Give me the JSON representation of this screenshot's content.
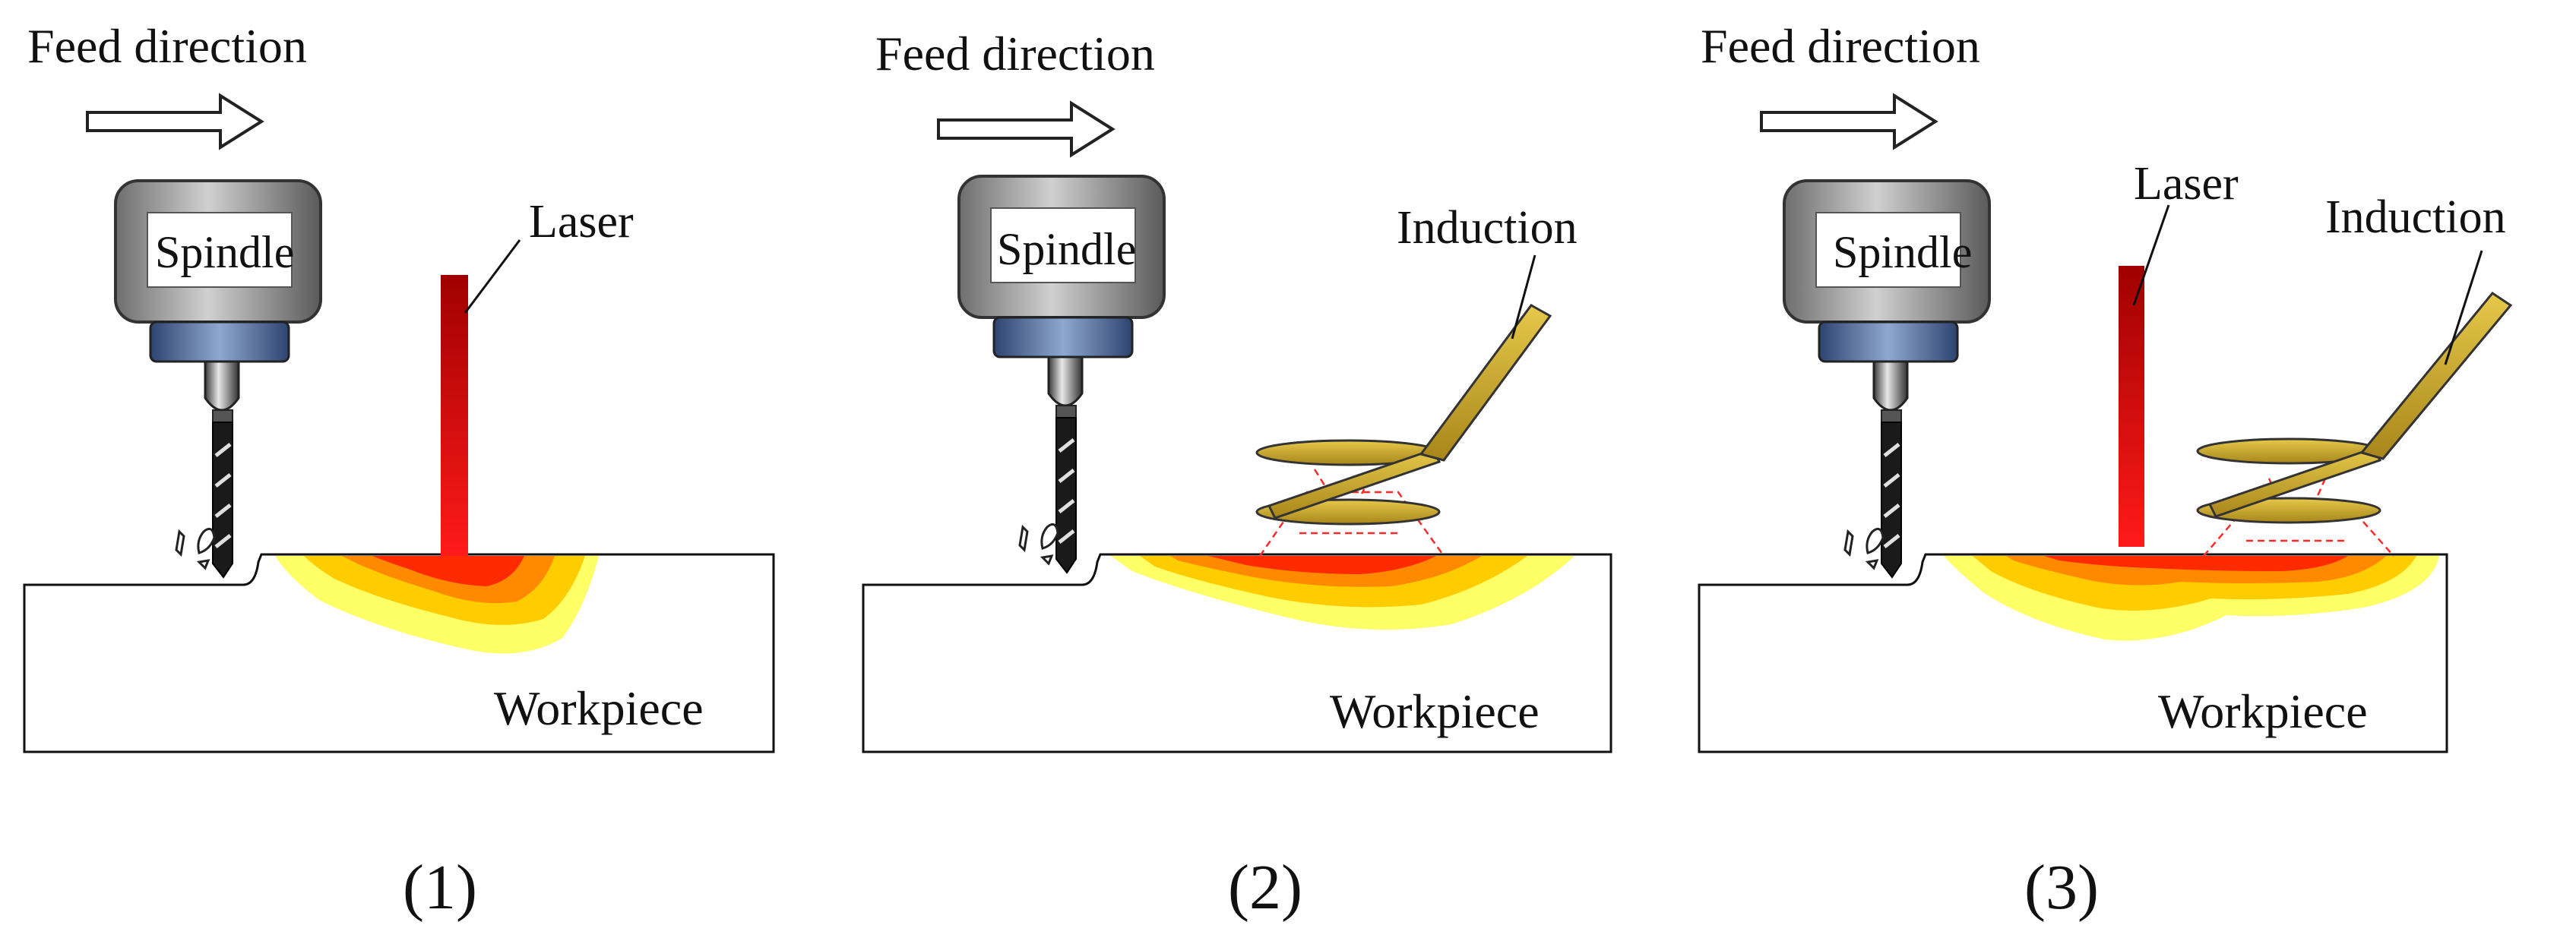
{
  "panels": [
    {
      "caption": "(1)",
      "feed_label": "Feed direction",
      "spindle_label": "Spindle",
      "workpiece_label": "Workpiece",
      "laser_label": "Laser",
      "induction_label": ""
    },
    {
      "caption": "(2)",
      "feed_label": "Feed direction",
      "spindle_label": "Spindle",
      "workpiece_label": "Workpiece",
      "laser_label": "",
      "induction_label": "Induction"
    },
    {
      "caption": "(3)",
      "feed_label": "Feed direction",
      "spindle_label": "Spindle",
      "workpiece_label": "Workpiece",
      "laser_label": "Laser",
      "induction_label": "Induction"
    }
  ],
  "colors": {
    "laser": "#e00000",
    "coil": "#c8a423",
    "heat_outer": "#ffff66",
    "heat_mid": "#ffcc00",
    "heat_inner": "#ff7700",
    "heat_core": "#ff2200",
    "spindle_body": "#888888",
    "spindle_collar": "#4a6a9c"
  }
}
